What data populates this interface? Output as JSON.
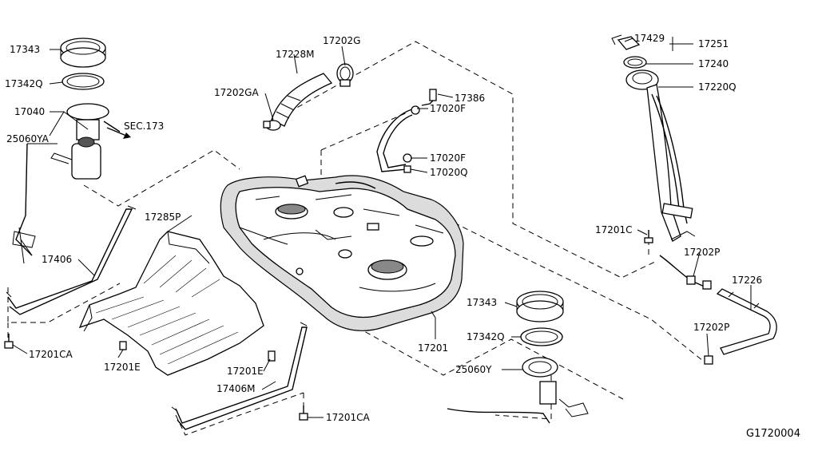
{
  "diagram_id": "G1720004",
  "callouts": {
    "c17343_top": "17343",
    "c17342Q_top": "17342Q",
    "c17040": "17040",
    "c25060YA": "25060YA",
    "cSEC173": "SEC.173",
    "c17406": "17406",
    "c17201CA_left": "17201CA",
    "c17285P": "17285P",
    "c17201E_left": "17201E",
    "c17201E_right": "17201E",
    "c17406M": "17406M",
    "c17201CA_bottom": "17201CA",
    "c17228M": "17228M",
    "c17202G": "17202G",
    "c17202GA": "17202GA",
    "c17386": "17386",
    "c17020F_a": "17020F",
    "c17020F_b": "17020F",
    "c17020Q": "17020Q",
    "c17201": "17201",
    "c17343_bot": "17343",
    "c17342Q_bot": "17342Q",
    "c25060Y": "25060Y",
    "c17429": "17429",
    "c17251": "17251",
    "c17240": "17240",
    "c17220Q": "17220Q",
    "c17201C": "17201C",
    "c17202P_a": "17202P",
    "c17226": "17226",
    "c17202P_b": "17202P"
  }
}
